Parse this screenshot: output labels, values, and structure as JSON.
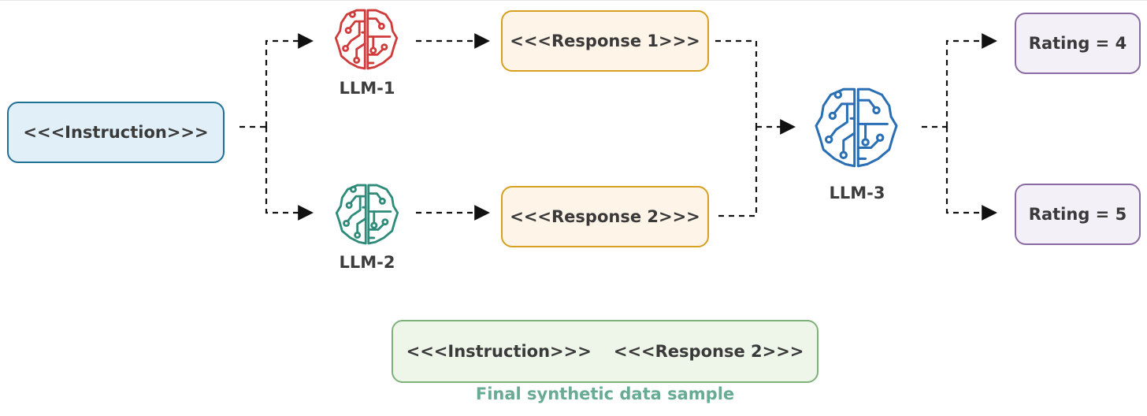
{
  "nodes": {
    "instruction": {
      "label": "<<<Instruction>>>"
    },
    "response_1": {
      "label": "<<<Response 1>>>"
    },
    "response_2": {
      "label": "<<<Response 2>>>"
    },
    "rating_1": {
      "label": "Rating = 4"
    },
    "rating_2": {
      "label": "Rating = 5"
    }
  },
  "models": {
    "llm_1": {
      "label": "LLM-1",
      "icon": "brain-circuit-icon",
      "color": "#d03b3b"
    },
    "llm_2": {
      "label": "LLM-2",
      "icon": "brain-circuit-icon",
      "color": "#2e8b7a"
    },
    "llm_3": {
      "label": "LLM-3",
      "icon": "brain-circuit-icon",
      "color": "#2a6fb3"
    }
  },
  "final_sample": {
    "instruction": "<<<Instruction>>>",
    "response": "<<<Response 2>>>",
    "caption": "Final synthetic data sample"
  },
  "colors": {
    "instruction_box": "#e1f0f8",
    "response_box": "#fff4e8",
    "rating_box": "#f4f0f7",
    "final_box": "#eef5e9",
    "caption": "#67ab95"
  }
}
